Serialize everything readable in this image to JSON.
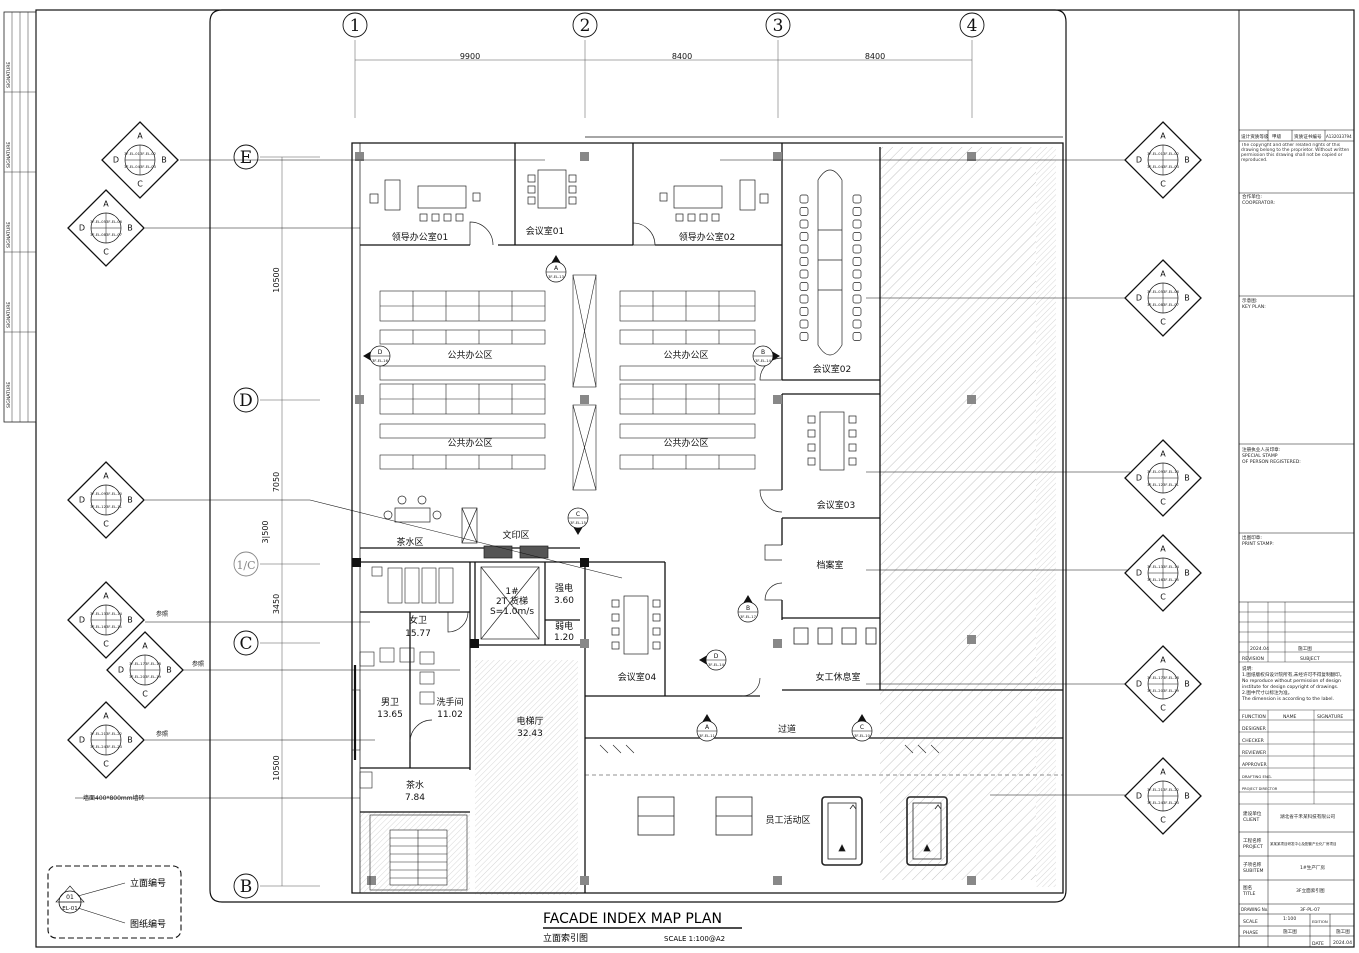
{
  "title": {
    "main": "FACADE INDEX MAP PLAN",
    "sub": "立面索引图",
    "scale": "SCALE 1:100@A2"
  },
  "grid": {
    "columns": [
      "1",
      "2",
      "3",
      "4"
    ],
    "rows": [
      "E",
      "D",
      "1/C",
      "C",
      "B"
    ],
    "top_dims": [
      "9900",
      "8400",
      "8400"
    ],
    "side_dims": [
      "10500",
      "3|500",
      "7050",
      "3450",
      "10500"
    ]
  },
  "rooms": {
    "leader_office_1": "领导办公室01",
    "meeting_1": "会议室01",
    "leader_office_2": "领导办公室02",
    "open_office": "公共办公区",
    "meeting_2": "会议室02",
    "meeting_3": "会议室03",
    "archive": "档案室",
    "staff_lounge": "女工休息室",
    "print_area": "文印区",
    "tea_area": "茶水区",
    "meeting_4": "会议室04",
    "corridor": "过道",
    "activity": "员工活动区",
    "women_wc": "女卫",
    "women_wc_area": "15.77",
    "men_wc": "男卫",
    "men_wc_area": "13.65",
    "washroom": "洗手间",
    "washroom_area": "11.02",
    "pantry": "茶水",
    "pantry_area": "7.84",
    "elevator_hall": "电梯厅",
    "elevator_hall_area": "32.43",
    "freight_elevator": "1#",
    "freight_elevator_cap": "2T 货梯",
    "freight_elevator_speed": "S=1.0m/s",
    "strong_power": "强电",
    "strong_power_area": "3.60",
    "weak_power": "弱电",
    "weak_power_area": "1.20"
  },
  "notes": {
    "ref_1": "参照",
    "ref_2": "参照",
    "ref_3": "参照",
    "tile_note": "墙面400*800mm墙砖"
  },
  "legend": {
    "sym_number": "01",
    "sym_sheet": "EL-01",
    "elev_label": "立面编号",
    "sheet_label": "图纸编号"
  },
  "index_symbols": {
    "s1": [
      "A",
      "D",
      "B",
      "C",
      "3F-EL-01",
      "3F-EL-02",
      "3F-EL-03",
      "3F-EL-04"
    ],
    "s2": [
      "A",
      "D",
      "B",
      "C",
      "3F-EL-05",
      "3F-EL-06",
      "3F-EL-07",
      "3F-EL-08"
    ],
    "s3": [
      "A",
      "D",
      "B",
      "C",
      "3F-EL-09",
      "3F-EL-10",
      "3F-EL-11",
      "3F-EL-12"
    ],
    "s4": [
      "A",
      "D",
      "B",
      "C",
      "3F-EL-13",
      "3F-EL-14",
      "3F-EL-15",
      "3F-EL-16"
    ],
    "s5": [
      "A",
      "D",
      "B",
      "C",
      "3F-EL-17",
      "3F-EL-18",
      "3F-EL-19",
      "3F-EL-20"
    ],
    "s6": [
      "A",
      "D",
      "B",
      "C",
      "3F-EL-21",
      "3F-EL-22",
      "3F-EL-23",
      "3F-EL-24"
    ],
    "r1": [
      "A",
      "D",
      "B",
      "C",
      "3F-EL-01",
      "3F-EL-02",
      "3F-EL-03",
      "3F-EL-04"
    ],
    "r2": [
      "A",
      "D",
      "B",
      "C",
      "3F-EL-05",
      "3F-EL-06",
      "3F-EL-07",
      "3F-EL-08"
    ],
    "r3": [
      "A",
      "D",
      "B",
      "C",
      "3F-EL-09",
      "3F-EL-10",
      "3F-EL-11",
      "3F-EL-12"
    ],
    "r4": [
      "A",
      "D",
      "B",
      "C",
      "3F-EL-13",
      "3F-EL-14",
      "3F-EL-15",
      "3F-EL-16"
    ],
    "r5": [
      "A",
      "D",
      "B",
      "C",
      "3F-EL-17",
      "3F-EL-18",
      "3F-EL-19",
      "3F-EL-20"
    ],
    "r6": [
      "A",
      "D",
      "B",
      "C",
      "3F-EL-21",
      "3F-EL-22",
      "3F-EL-23",
      "3F-EL-24"
    ],
    "i_a1": [
      "A",
      "3F-EL-13"
    ],
    "i_b1": [
      "B",
      "3F-EL-14"
    ],
    "i_d1": [
      "D",
      "3F-EL-16"
    ],
    "i_c1": [
      "C",
      "3F-EL-15"
    ],
    "i_b2": [
      "B",
      "3F-EL-17"
    ],
    "i_d2": [
      "D",
      "3F-EL-14"
    ],
    "i_a2": [
      "A",
      "3F-EL-11"
    ],
    "i_c2": [
      "C",
      "3F-EL-10"
    ]
  },
  "title_block": {
    "cert_label": "设计资质等级",
    "cert_value": "甲级",
    "cert_no_label": "资质证书编号",
    "cert_no": "A132033794",
    "copyright_en": "The copyright and other related rights of this drawing belong to the proprietor. Without written permission this drawing shall not be copied or reproduced.",
    "cooperator_cn": "合作单位:",
    "cooperator_en": "COOPERATOR:",
    "keyplan_cn": "示意图:",
    "keyplan_en": "KEY PLAN:",
    "stamp_cn": "注册执业人员印章:",
    "stamp_en1": "SPECIAL STAMP",
    "stamp_en2": "OF PERSON REGISTERED:",
    "print_cn": "出图印章:",
    "print_en": "PRINT STAMP:",
    "rev_date": "2024.04",
    "rev_subject": "施工图",
    "revision_label": "REVISION",
    "subject_label": "SUBJECT",
    "notes_cn": "说明:",
    "notes_1": "1.图纸版权归设计院所有,未经许可不得复制翻印。",
    "notes_en1": "No reproduce without permission of design",
    "notes_en2": "institute for design copyright of drawings.",
    "notes_2": "2.图中尺寸以标注为准。",
    "notes_en3": "The dimension is according to the label.",
    "function_label": "FUNCTION",
    "name_label": "NAME",
    "signature_label": "SIGNATURE",
    "designer": "DESIGNER",
    "checker": "CHECKER",
    "reviewer": "REVIEWER",
    "approver": "APPROVER",
    "drafting": "DRAFTING ENG.",
    "director": "PROJECT DIRECTOR",
    "client_cn": "建设单位",
    "client_en": "CLIENT",
    "client_name": "湖北省千禾某科技有限公司",
    "project_cn": "工程名称",
    "project_en": "PROJECT",
    "project_name": "某某某项目研发中心及配套产业化厂房项目",
    "subitem_cn": "子项名称",
    "subitem_en": "SUBITEM",
    "subitem_name": "1#生产厂房",
    "drawing_title_cn": "图名",
    "drawing_title_en": "TITLE",
    "drawing_title": "3F立面索引图",
    "drawing_no_label": "DRAWING No.",
    "drawing_no": "3F-PL-07",
    "scale_label": "SCALE",
    "scale_value": "1:100",
    "edition_label": "EDITION",
    "edition_value": "施工图",
    "phase_label": "PHASE",
    "phase_value": "施工图",
    "date_label": "DATE",
    "date_value": "2024.04"
  },
  "left_strip": {
    "disciplines": [
      "SIGNATURE",
      "SIGNATURE",
      "SIGNATURE",
      "SIGNATURE",
      "SIGNATURE"
    ]
  }
}
